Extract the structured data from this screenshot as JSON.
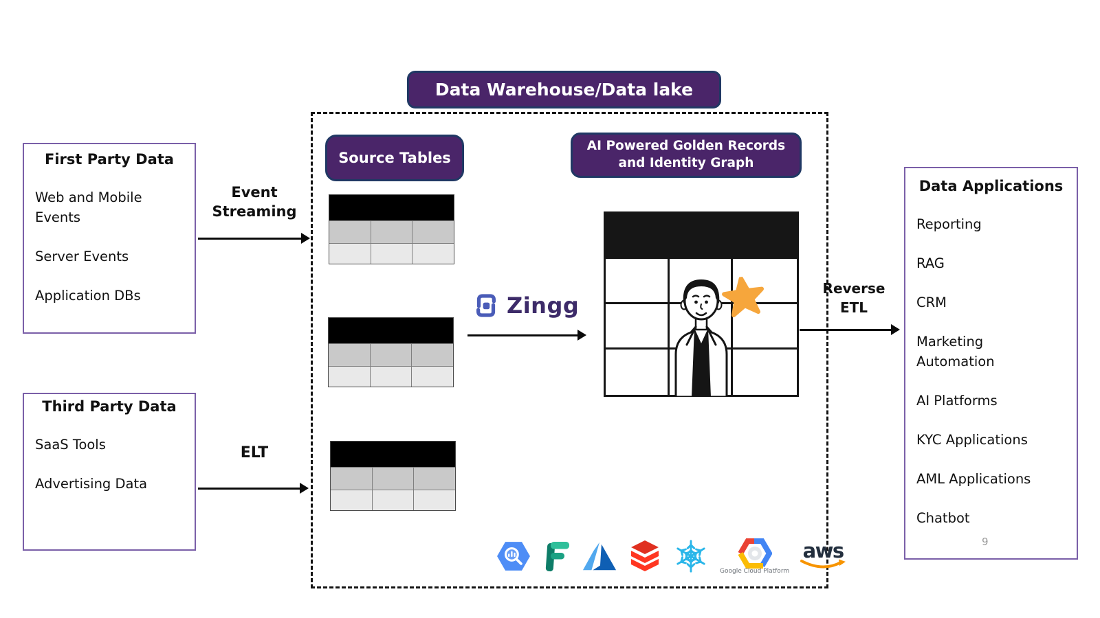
{
  "slide": {
    "page_number": "9"
  },
  "title_banner": {
    "label": "Data Warehouse/Data lake"
  },
  "first_party": {
    "title": "First Party Data",
    "items": [
      "Web and Mobile Events",
      "Server Events",
      "Application DBs"
    ]
  },
  "third_party": {
    "title": "Third Party Data",
    "items": [
      "SaaS Tools",
      "Advertising Data"
    ]
  },
  "flow_labels": {
    "event_streaming": "Event Streaming",
    "elt": "ELT",
    "reverse_etl": "Reverse ETL"
  },
  "warehouse": {
    "source_tables_banner": "Source Tables",
    "golden_records_banner": "AI Powered Golden Records and Identity Graph",
    "zingg_wordmark": "Zingg"
  },
  "data_applications": {
    "title": "Data Applications",
    "items": [
      "Reporting",
      "RAG",
      "CRM",
      "Marketing Automation",
      "AI Platforms",
      "KYC Applications",
      "AML Applications",
      "Chatbot"
    ]
  },
  "platforms": {
    "logos": [
      "google-bigquery",
      "microsoft-fabric",
      "microsoft-azure",
      "databricks",
      "snowflake",
      "google-cloud-platform",
      "aws"
    ],
    "gcp_caption": "Google Cloud Platform",
    "aws_wordmark": "aws"
  },
  "colors": {
    "banner_purple": "#4A2569",
    "banner_border": "#203864",
    "box_border": "#7A5FA8",
    "arrow_black": "#0A0A0A",
    "grid_black": "#161616",
    "star_orange": "#F6A63C",
    "zingg_blue": "#4A5CB8",
    "zingg_text": "#3D2B69"
  }
}
